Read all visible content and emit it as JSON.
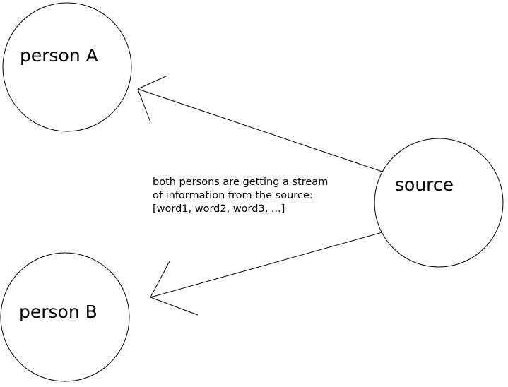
{
  "nodes": {
    "person_a": "person A",
    "person_b": "person B",
    "source": "source"
  },
  "caption": {
    "line1": "both persons are getting a stream",
    "line2": "of information from the source:",
    "line3": "[word1, word2, word3, ...]"
  },
  "colors": {
    "stroke": "#000000",
    "background": "#ffffff"
  }
}
